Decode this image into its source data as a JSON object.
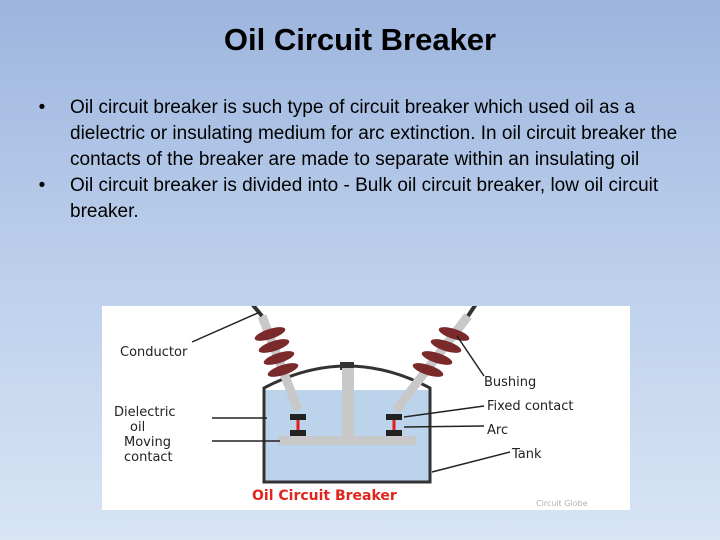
{
  "slide": {
    "title": "Oil Circuit Breaker",
    "bullets": [
      "Oil circuit breaker is such type of circuit breaker which used oil as a dielectric or insulating medium for arc extinction. In oil circuit breaker the contacts of the breaker are made to separate within an insulating oil",
      "Oil circuit breaker is divided into - Bulk oil circuit breaker, low oil circuit breaker."
    ],
    "bullet_marker": "•"
  },
  "figure": {
    "labels": {
      "conductor": "Conductor",
      "bushing": "Bushing",
      "dielectric_oil_line1": "Dielectric",
      "dielectric_oil_line2": "oil",
      "moving_contact_line1": "Moving",
      "moving_contact_line2": "contact",
      "fixed_contact": "Fixed contact",
      "arc": "Arc",
      "tank": "Tank"
    },
    "caption": "Oil Circuit Breaker",
    "watermark": "Circuit Globe",
    "colors": {
      "oil": "#bcd3ec",
      "bushing": "#7a2a2a",
      "rod": "#c8c8c8",
      "caption": "#e0261c",
      "arc": "#e31d1d"
    }
  }
}
